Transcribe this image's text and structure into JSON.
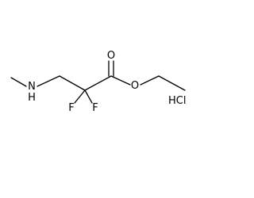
{
  "molecule": {
    "atoms": {
      "nitrogen": "N",
      "hydrogen_on_n": "H",
      "fluorine_1": "F",
      "fluorine_2": "F",
      "ester_oxygen": "O",
      "carbonyl_oxygen": "O"
    },
    "salt": "HCl"
  }
}
